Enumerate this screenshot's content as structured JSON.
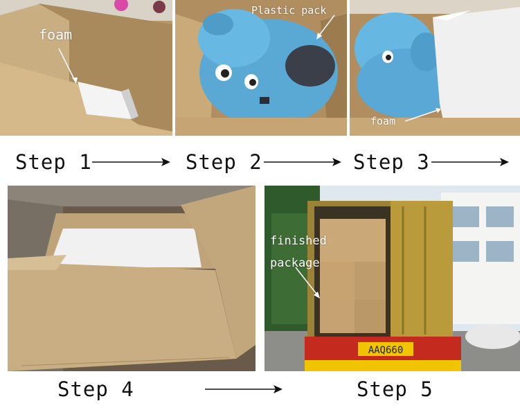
{
  "steps": {
    "step1": "Step 1",
    "step2": "Step 2",
    "step3": "Step 3",
    "step4": "Step 4",
    "step5": "Step 5"
  },
  "annotations": {
    "foam_1": "foam",
    "plastic_pack": "Plastic pack",
    "foam_3": "foam",
    "finished": "finished",
    "package": "package"
  },
  "colors": {
    "cardboard": "#c9a878",
    "cardboard_dark": "#8f6f45",
    "plush_blue": "#5db4e0",
    "foam_white": "#f2f2f2",
    "container_yellow": "#b99b3c",
    "truck_red": "#c42a1e",
    "plate_yellow": "#f0c400"
  },
  "truck": {
    "plate": "AAQ660"
  }
}
